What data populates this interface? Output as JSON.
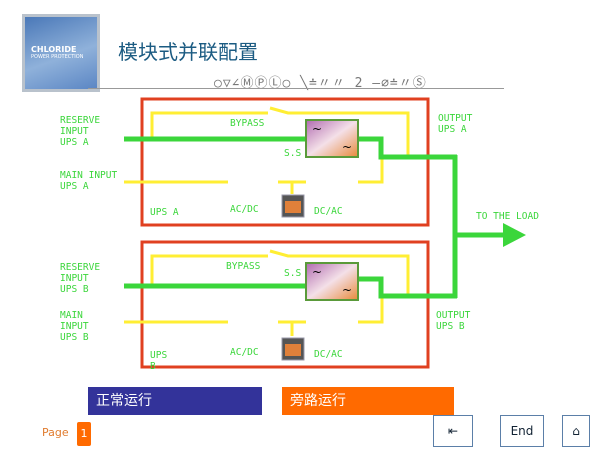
{
  "logo": {
    "line1": "CHLORIDE",
    "line2": "POWER PROTECTION"
  },
  "title": "模块式并联配置",
  "subtitle": "○▽∠ⓂⓅⓁ○ ╲≐〃〃 2 —∅≐〃Ⓢ",
  "diagram": {
    "reserve_a": [
      "RESERVE",
      "INPUT",
      "UPS A"
    ],
    "main_a": [
      "MAIN INPUT",
      "UPS A"
    ],
    "output_a": [
      "OUTPUT",
      "UPS A"
    ],
    "reserve_b": [
      "RESERVE",
      "INPUT",
      "UPS B"
    ],
    "main_b": [
      "MAIN",
      "INPUT",
      "UPS B"
    ],
    "output_b": [
      "OUTPUT",
      "UPS B"
    ],
    "bypass": "BYPASS",
    "ss": "S.S",
    "acdc": "AC/DC",
    "dcac": "DC/AC",
    "ups_a": "UPS A",
    "ups_b": [
      "UPS",
      "B"
    ],
    "load": "TO THE LOAD",
    "colors": {
      "active": "#3bd63b",
      "inactive": "#ffee33",
      "frame": "#e04020"
    }
  },
  "buttons": {
    "normal": "正常运行",
    "bypass": "旁路运行"
  },
  "footer": {
    "page_label": "Page",
    "page_number": "1",
    "end": "End"
  }
}
